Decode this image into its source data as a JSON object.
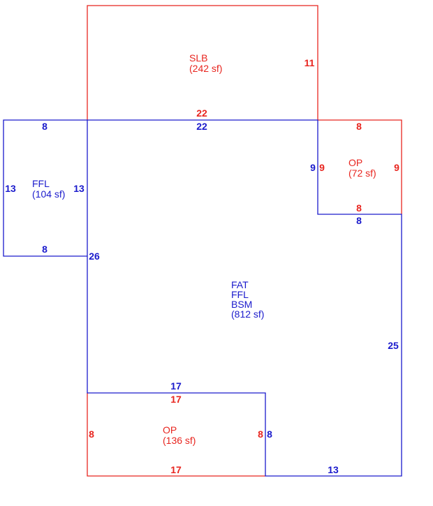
{
  "colors": {
    "red": "#e8251f",
    "blue": "#1a1acc"
  },
  "areas": {
    "slb": {
      "name": "SLB",
      "area": "(242 sf)",
      "color": "red"
    },
    "op_top": {
      "name": "OP",
      "area": "(72 sf)",
      "color": "red"
    },
    "ffl_left": {
      "name": "FFL",
      "area": "(104 sf)",
      "color": "blue"
    },
    "main": {
      "name_lines": [
        "FAT",
        "FFL",
        "BSM"
      ],
      "area": "(812 sf)",
      "color": "blue"
    },
    "op_bottom": {
      "name": "OP",
      "area": "(136 sf)",
      "color": "red"
    }
  },
  "dimensions": {
    "slb_top_width": "22",
    "slb_right_side": "11",
    "main_top": "22",
    "ffl_top": "8",
    "ffl_left_side": "13",
    "ffl_right_side": "13",
    "ffl_bottom": "8",
    "main_left_side": "26",
    "op_top_top": "8",
    "op_top_left_blue": "9",
    "op_top_left_red": "9",
    "op_top_right": "9",
    "op_top_bottom_red": "8",
    "op_top_bottom_blue": "8",
    "main_right_side": "25",
    "op_bottom_top_blue": "17",
    "op_bottom_top_red": "17",
    "op_bottom_left": "8",
    "op_bottom_right_red": "8",
    "op_bottom_right_blue": "8",
    "op_bottom_bottom": "17",
    "main_bottom_right": "13"
  }
}
